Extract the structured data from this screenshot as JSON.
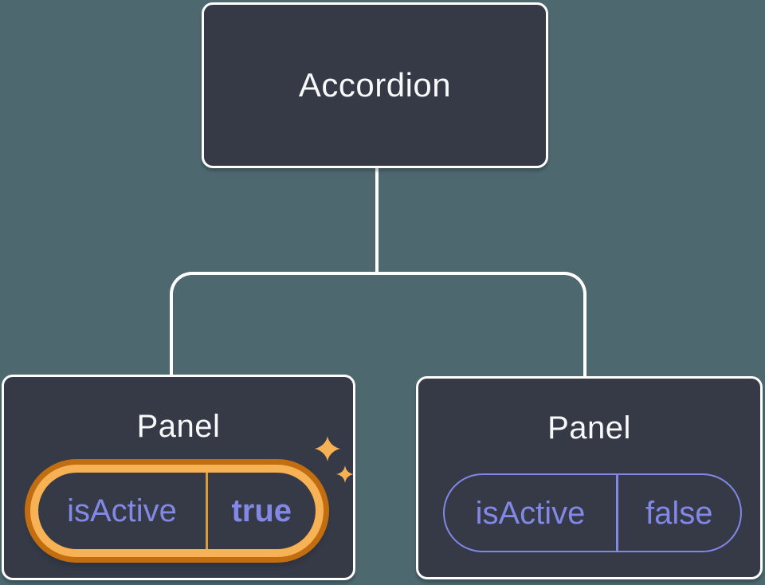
{
  "diagram": {
    "root": {
      "label": "Accordion"
    },
    "panels": [
      {
        "label": "Panel",
        "prop_name": "isActive",
        "prop_value": "true",
        "state": "active"
      },
      {
        "label": "Panel",
        "prop_name": "isActive",
        "prop_value": "false",
        "state": "inactive"
      }
    ]
  },
  "icons": {
    "sparkles": "sparkles-icon"
  },
  "colors": {
    "background": "#4d686e",
    "node_fill": "#353a46",
    "node_border": "#ffffff",
    "node_text": "#f8f9fa",
    "connector": "#ffffff",
    "prop_text": "#8288e6",
    "pill_inactive_border": "#8287e6",
    "pill_active_ring_outer": "#c16d10",
    "pill_active_ring_inner": "#f8b256",
    "pill_active_divider": "#d9993f",
    "sparkle": "#f7b155"
  }
}
